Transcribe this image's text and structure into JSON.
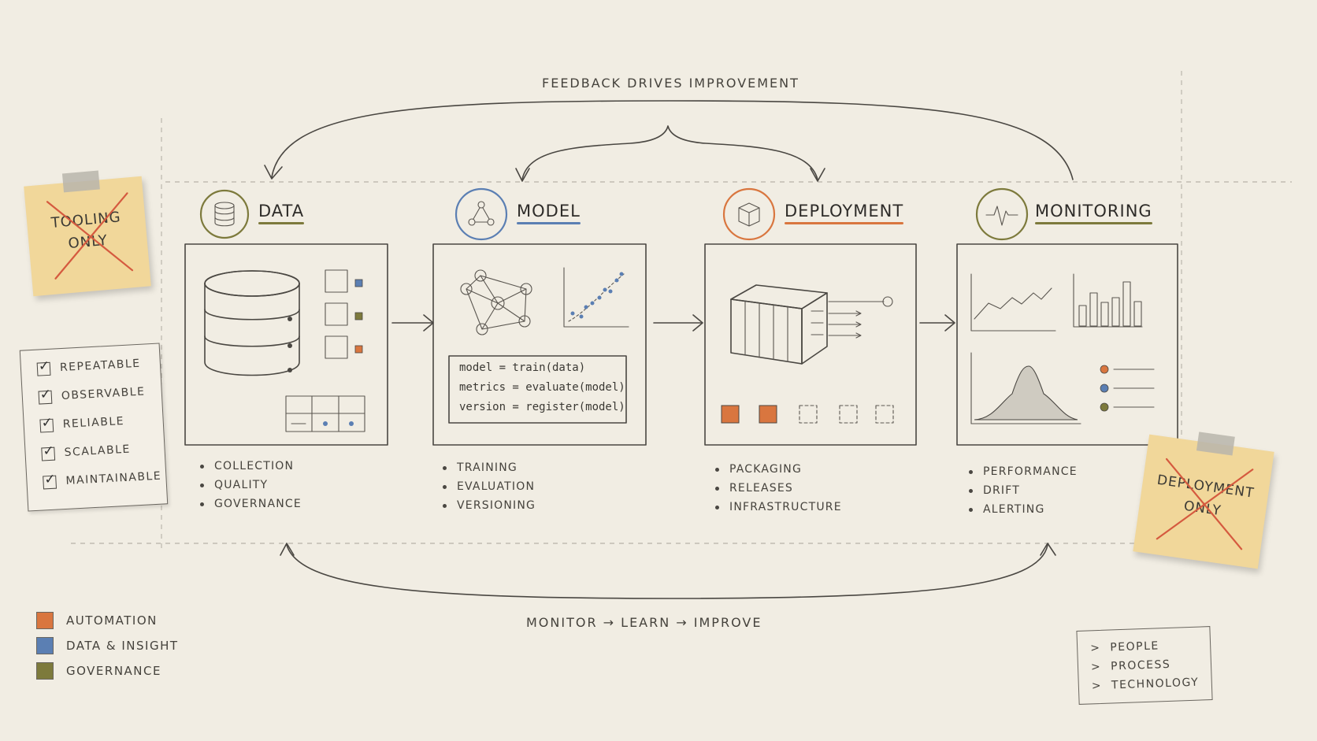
{
  "top_label": "FEEDBACK   DRIVES   IMPROVEMENT",
  "bottom_label": "MONITOR  →  LEARN  →  IMPROVE",
  "colors": {
    "paper": "#f1ede3",
    "automation": "#d9763f",
    "data_insight": "#5b7fb3",
    "governance": "#7d7a3c",
    "note": "#f1d79a",
    "cross": "#d55a3f"
  },
  "stages": [
    {
      "title": "Data",
      "icon": "database-icon",
      "underline": "#7d7a3c",
      "bullets": [
        "Collection",
        "Quality",
        "Governance"
      ]
    },
    {
      "title": "Model",
      "icon": "network-icon",
      "underline": "#5b7fb3",
      "bullets": [
        "Training",
        "Evaluation",
        "Versioning"
      ],
      "code": [
        "model = train(data)",
        "metrics = evaluate(model)",
        "version = register(model)"
      ]
    },
    {
      "title": "Deployment",
      "icon": "cube-icon",
      "underline": "#d9763f",
      "bullets": [
        "Packaging",
        "Releases",
        "Infrastructure"
      ]
    },
    {
      "title": "Monitoring",
      "icon": "pulse-icon",
      "underline": "#7d7a3c",
      "bullets": [
        "Performance",
        "Drift",
        "Alerting"
      ]
    }
  ],
  "sticky_notes": [
    {
      "text_line1": "Tooling",
      "text_line2": "Only",
      "crossed": true
    },
    {
      "text_line1": "Deployment",
      "text_line2": "Only",
      "crossed": true
    }
  ],
  "checklist": [
    "Repeatable",
    "Observable",
    "Reliable",
    "Scalable",
    "Maintainable"
  ],
  "legend": [
    {
      "label": "Automation",
      "color": "#d9763f"
    },
    {
      "label": "Data & Insight",
      "color": "#5b7fb3"
    },
    {
      "label": "Governance",
      "color": "#7d7a3c"
    }
  ],
  "pillars": [
    "People",
    "Process",
    "Technology"
  ]
}
